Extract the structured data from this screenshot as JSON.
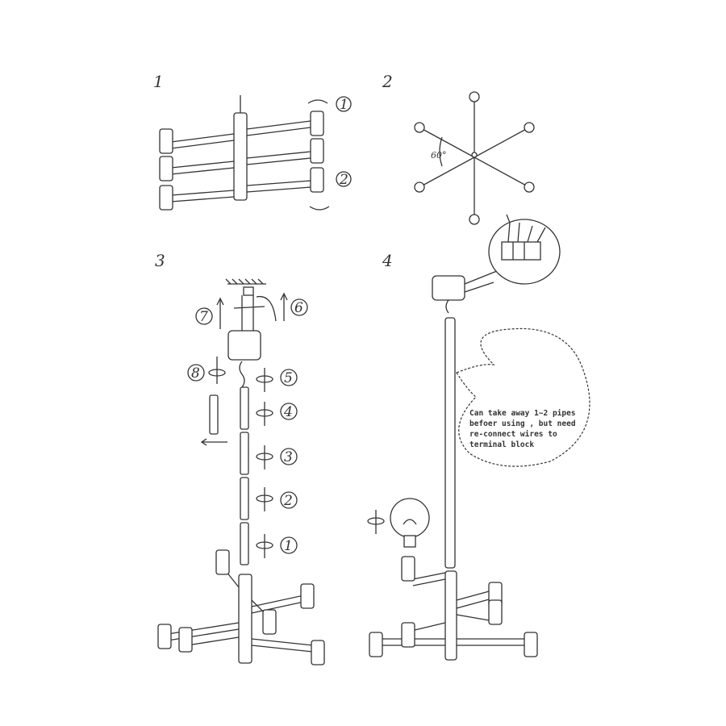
{
  "steps": [
    "1",
    "2",
    "3",
    "4"
  ],
  "panel1": {
    "callouts": [
      "1",
      "2"
    ]
  },
  "panel2": {
    "angle_label": "60°"
  },
  "panel3": {
    "callouts": [
      "7",
      "6",
      "8",
      "5",
      "4",
      "3",
      "2",
      "1"
    ]
  },
  "panel4": {
    "note_lines": [
      "Can take away 1~2 pipes",
      "befoer using , but need",
      "re-connect wires to",
      "terminal block"
    ]
  }
}
